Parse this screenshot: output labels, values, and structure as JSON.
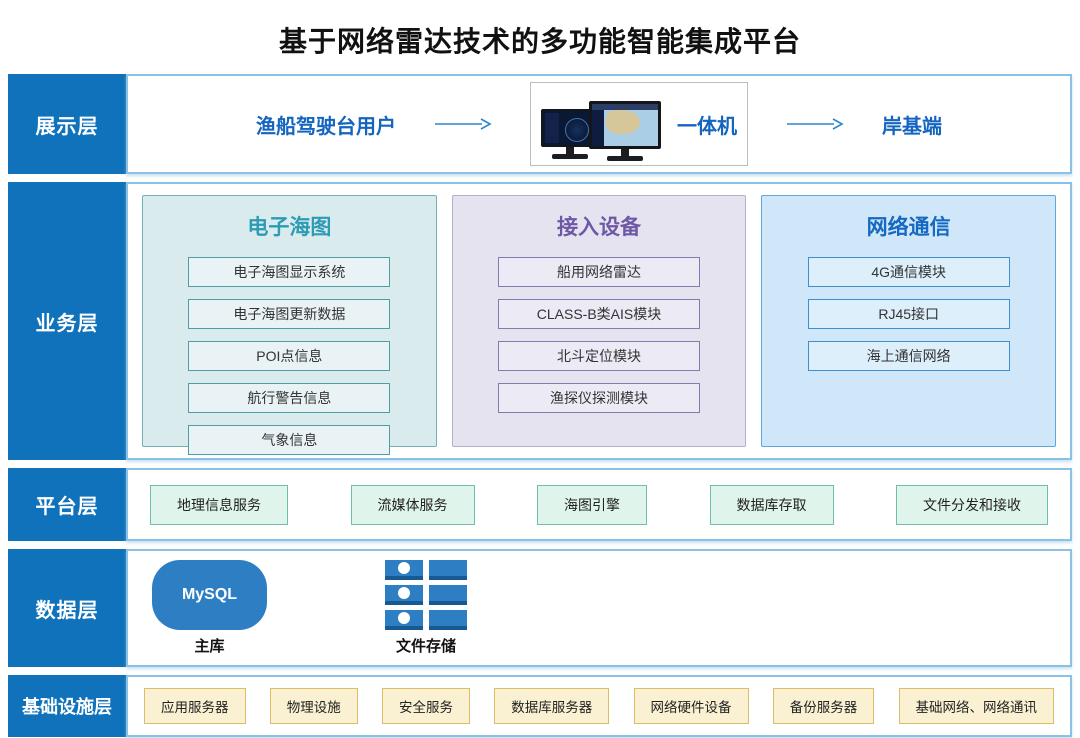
{
  "title": "基于网络雷达技术的多功能智能集成平台",
  "layers": {
    "presentation": {
      "label": "展示层",
      "user": "渔船驾驶台用户",
      "device": "一体机",
      "shore": "岸基端"
    },
    "business": {
      "label": "业务层",
      "columns": [
        {
          "title": "电子海图",
          "items": [
            "电子海图显示系统",
            "电子海图更新数据",
            "POI点信息",
            "航行警告信息",
            "气象信息"
          ]
        },
        {
          "title": "接入设备",
          "items": [
            "船用网络雷达",
            "CLASS-B类AIS模块",
            "北斗定位模块",
            "渔探仪探测模块"
          ]
        },
        {
          "title": "网络通信",
          "items": [
            "4G通信模块",
            "RJ45接口",
            "海上通信网络"
          ]
        }
      ]
    },
    "platform": {
      "label": "平台层",
      "items": [
        "地理信息服务",
        "流媒体服务",
        "海图引擎",
        "数据库存取",
        "文件分发和接收"
      ]
    },
    "data": {
      "label": "数据层",
      "mysql_label": "MySQL",
      "mysql_caption": "主库",
      "storage_caption": "文件存储"
    },
    "infrastructure": {
      "label": "基础设施层",
      "items": [
        "应用服务器",
        "物理设施",
        "安全服务",
        "数据库服务器",
        "网络硬件设备",
        "备份服务器",
        "基础网络、网络通讯"
      ]
    }
  },
  "colors": {
    "layer_bar_blue": "#0F72BB",
    "row_border_blue": "#8CC1E5",
    "presentation_text_blue": "#1565C0",
    "chart_accent_teal": "#2E9BB5",
    "device_accent_purple": "#6E58A5",
    "network_accent_blue": "#1669C1",
    "platform_box_mint": "#DFF4EA",
    "infrastructure_box_yellow": "#FAF1D3",
    "data_shape_blue": "#2E7EC4"
  }
}
